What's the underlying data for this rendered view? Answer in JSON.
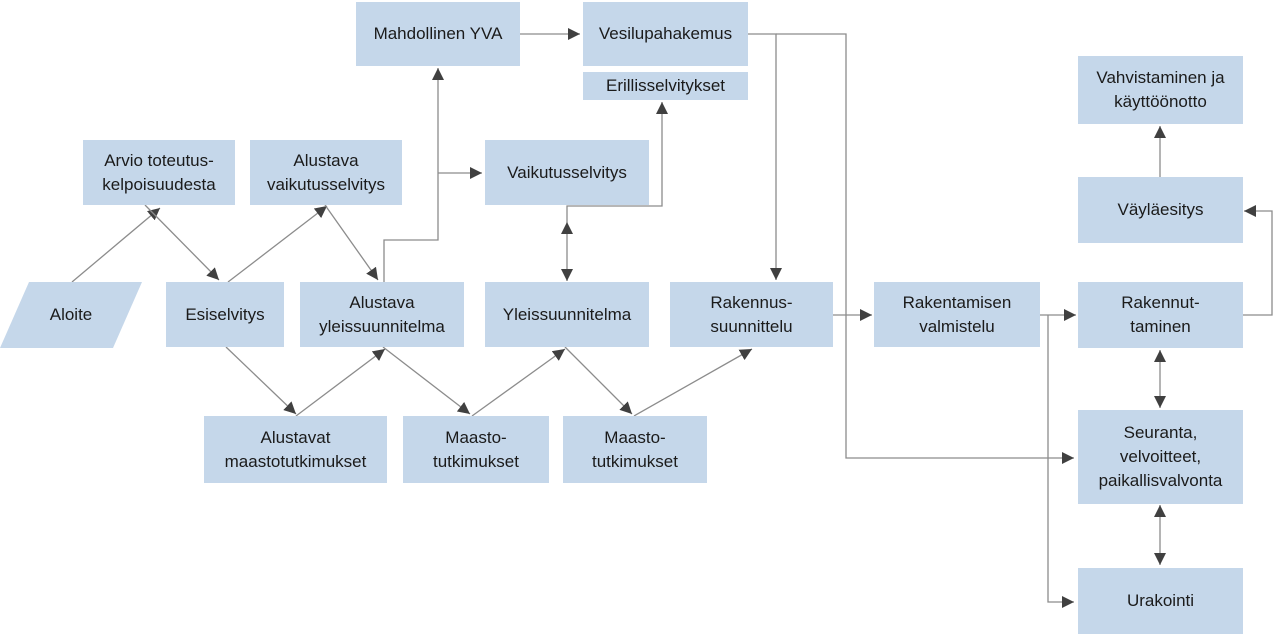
{
  "nodes": {
    "aloite": "Aloite",
    "arvio": "Arvio toteutus-\nkelpoisuudesta",
    "esiselvitys": "Esiselvitys",
    "alustava_vaikutusselvitys": "Alustava\nvaikutusselvitys",
    "alustava_yleissuunnitelma": "Alustava\nyleissuunnitelma",
    "alustavat_maastotutkimukset": "Alustavat\nmaastotutkimukset",
    "mahdollinen_yva": "Mahdollinen YVA",
    "vesilupahakemus": "Vesilupahakemus",
    "erillisselvitykset": "Erillisselvitykset",
    "vaikutusselvitys": "Vaikutusselvitys",
    "yleissuunnitelma": "Yleissuunnitelma",
    "maastotutkimukset_1": "Maasto-\ntutkimukset",
    "maastotutkimukset_2": "Maasto-\ntutkimukset",
    "rakennussuunnittelu": "Rakennus-\nsuunnittelu",
    "rakentamisen_valmistelu": "Rakentamisen\nvalmistelu",
    "rakennuttaminen": "Rakennut-\ntaminen",
    "vaylaesitys": "Väyläesitys",
    "vahvistaminen": "Vahvistaminen ja\nkäyttöönotto",
    "seuranta": "Seuranta,\nvelvoitteet,\npaikallisvalvonta",
    "urakointi": "Urakointi"
  },
  "colors": {
    "box_fill": "#c5d7ea",
    "connector": "#8c8c8c",
    "arrowhead": "#404040",
    "text": "#1b1b1b"
  }
}
